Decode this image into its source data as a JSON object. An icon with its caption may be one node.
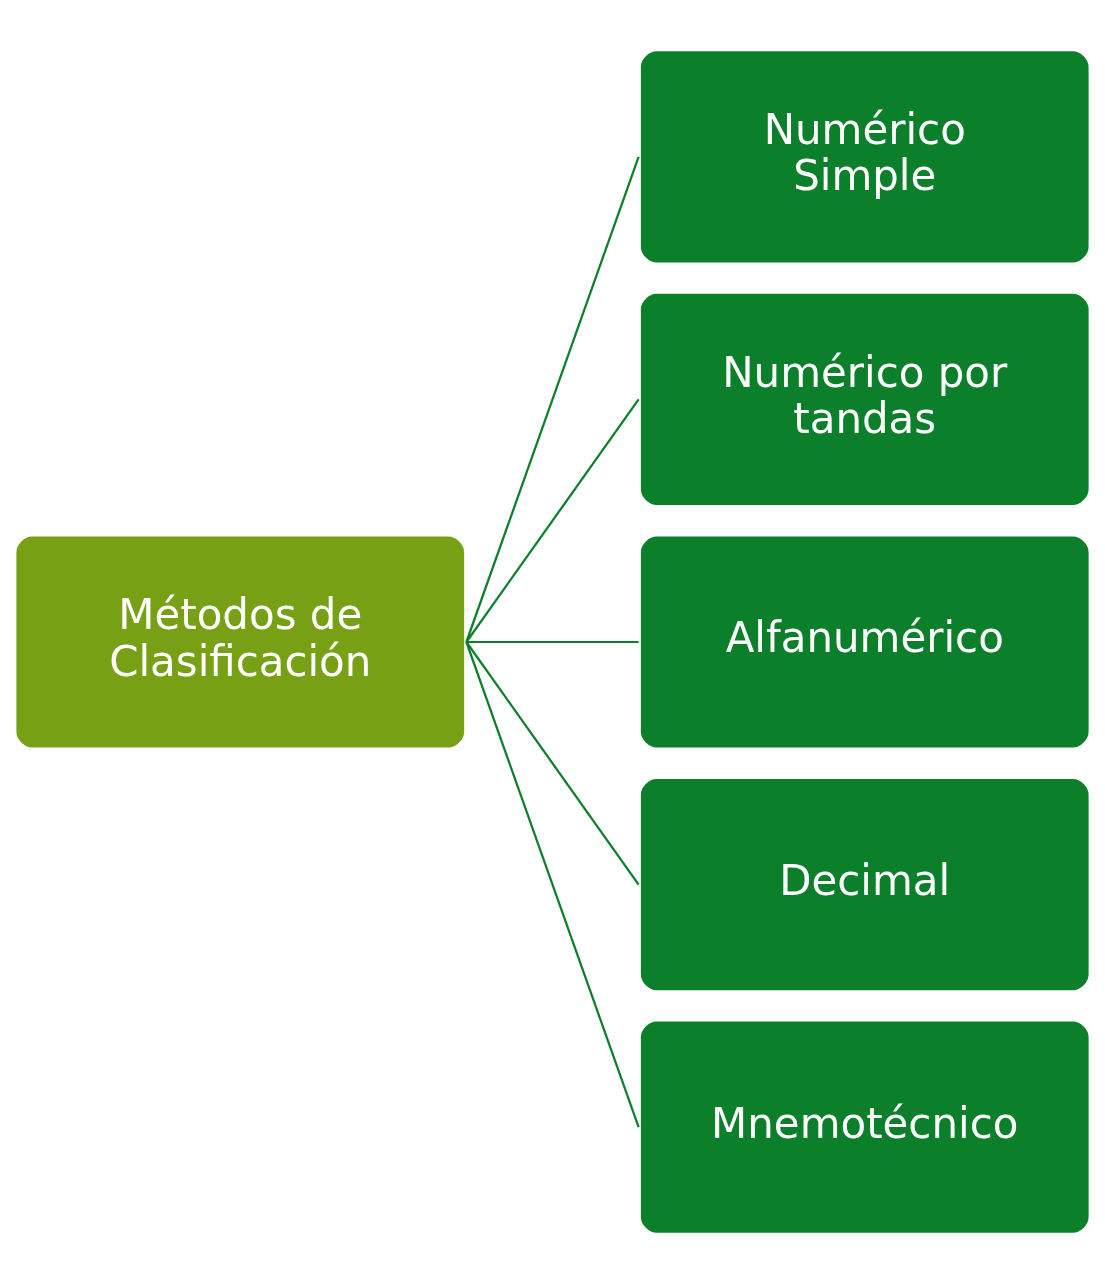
{
  "diagram": {
    "nodes": [
      {
        "text": [
          "Métodos de Clasificación"
        ]
      },
      {
        "text": [
          "Numérico Simple"
        ]
      },
      {
        "text": [
          "Numérico por tandas"
        ]
      },
      {
        "text": [
          "Alfanumérico"
        ]
      },
      {
        "text": [
          "Decimal"
        ]
      },
      {
        "text": [
          "Mnemotécnico"
        ]
      }
    ],
    "edges": [
      {
        "from": 0,
        "to": 1,
        "arrow": "none"
      },
      {
        "from": 0,
        "to": 2,
        "arrow": "none"
      },
      {
        "from": 0,
        "to": 3,
        "arrow": "none"
      },
      {
        "from": 0,
        "to": 4,
        "arrow": "none"
      },
      {
        "from": 0,
        "to": 5,
        "arrow": "none"
      }
    ]
  }
}
